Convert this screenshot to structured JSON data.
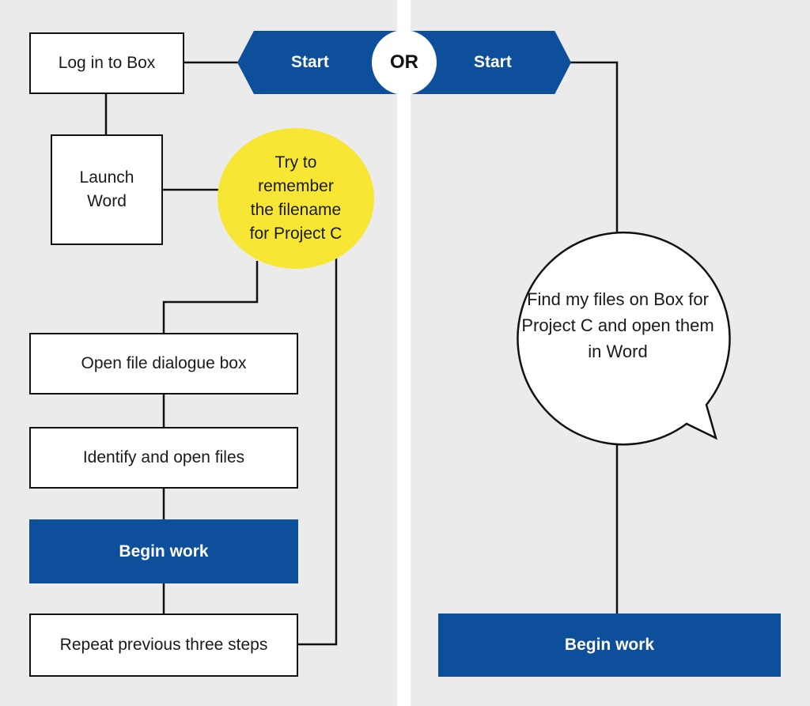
{
  "colors": {
    "panel_bg": "#ebebeb",
    "divider": "#ffffff",
    "brand_blue": "#0d4f9a",
    "highlight_yellow": "#f7e634",
    "line": "#111111"
  },
  "left_flow": {
    "start_label": "Start",
    "log_in": "Log in to Box",
    "launch_word": "Launch Word",
    "remember": "Try to remember the filename for Project C",
    "open_dialogue": "Open file dialogue box",
    "identify_open": "Identify and open files",
    "begin_work": "Begin work",
    "repeat": "Repeat previous three steps"
  },
  "separator_label": "OR",
  "right_flow": {
    "start_label": "Start",
    "find_files": "Find my files on Box for Project C and open them in Word",
    "begin_work": "Begin work"
  }
}
